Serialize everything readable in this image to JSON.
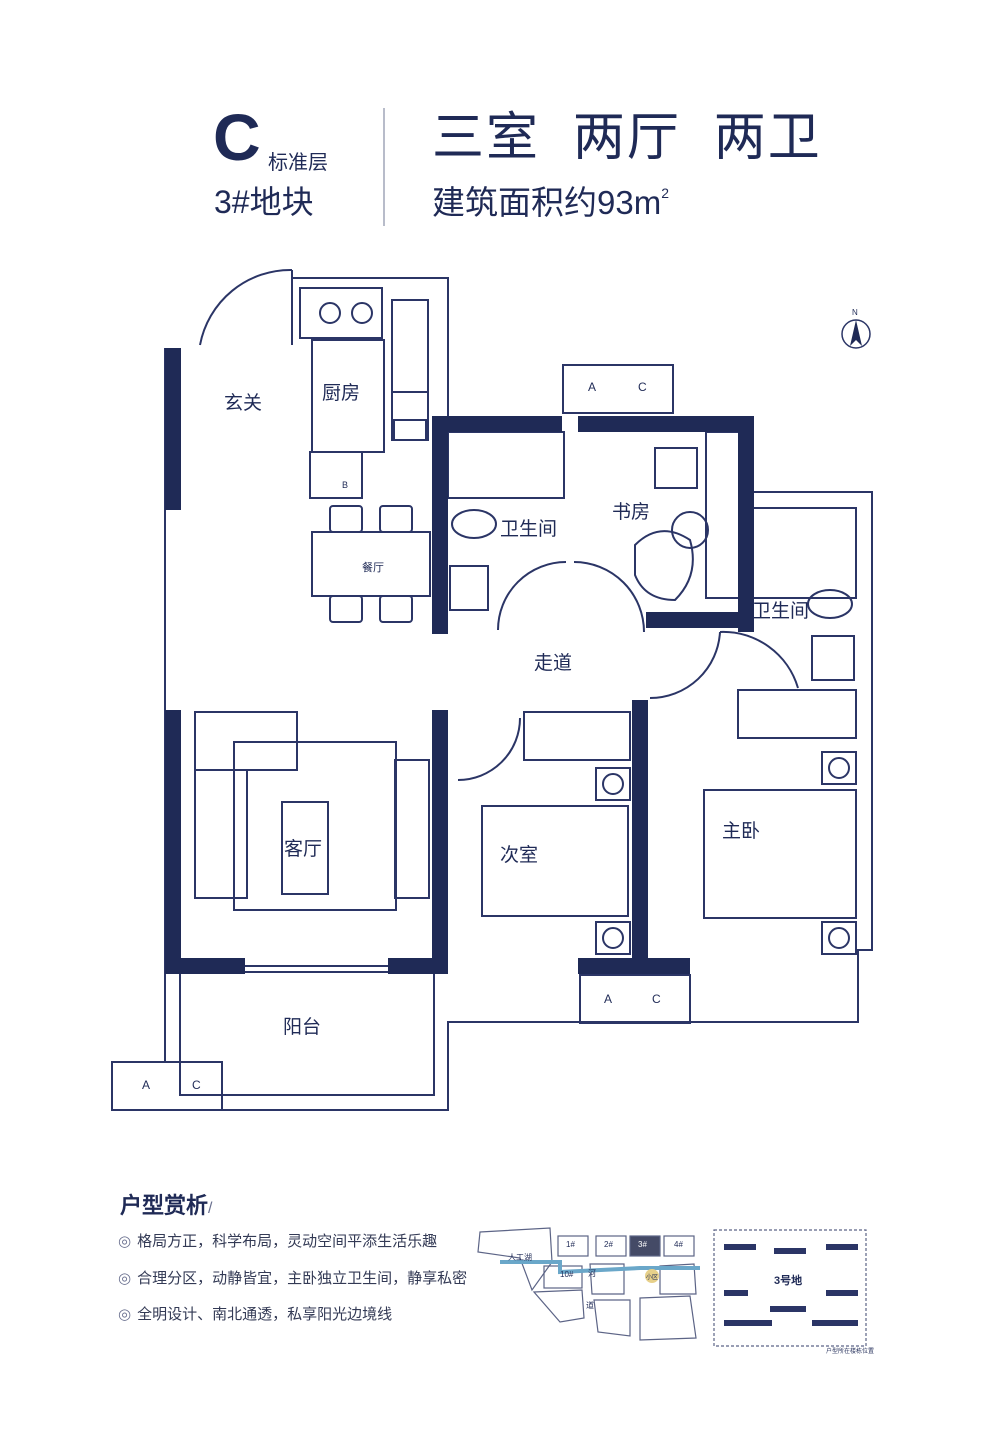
{
  "header": {
    "type_letter": "C",
    "floor": "标准层",
    "block": "3#地块",
    "layout": "三室  两厅  两卫",
    "area_text": "建筑面积约93m",
    "area_sup": "2"
  },
  "rooms": {
    "entrance": "玄关",
    "kitchen": "厨房",
    "dining": "餐厅",
    "bathroom1": "卫生间",
    "study": "书房",
    "bathroom2": "卫生间",
    "corridor": "走道",
    "living": "客厅",
    "second_bedroom": "次室",
    "master_bedroom": "主卧",
    "balcony": "阳台"
  },
  "fixtures": {
    "ac_a": "A",
    "ac_c": "C",
    "fridge_b": "B",
    "north": "N"
  },
  "analysis": {
    "title": "户型赏析",
    "slash": "/",
    "features": [
      "格局方正，科学布局，灵动空间平添生活乐趣",
      "合理分区，动静皆宜，主卧独立卫生间，静享私密",
      "全明设计、南北通透，私享阳光边境线"
    ],
    "marker": "◎"
  },
  "site_map": {
    "lake": "人工湖",
    "buildings": [
      "1#",
      "2#",
      "3#",
      "4#",
      "10#"
    ],
    "river": "河",
    "road": "道",
    "school": "小区",
    "plot_label": "3号地",
    "caption": "户型所在楼栋位置"
  },
  "colors": {
    "wall": "#1f2a56",
    "line": "#2b3566",
    "accent_blue": "#6aa7c9"
  }
}
